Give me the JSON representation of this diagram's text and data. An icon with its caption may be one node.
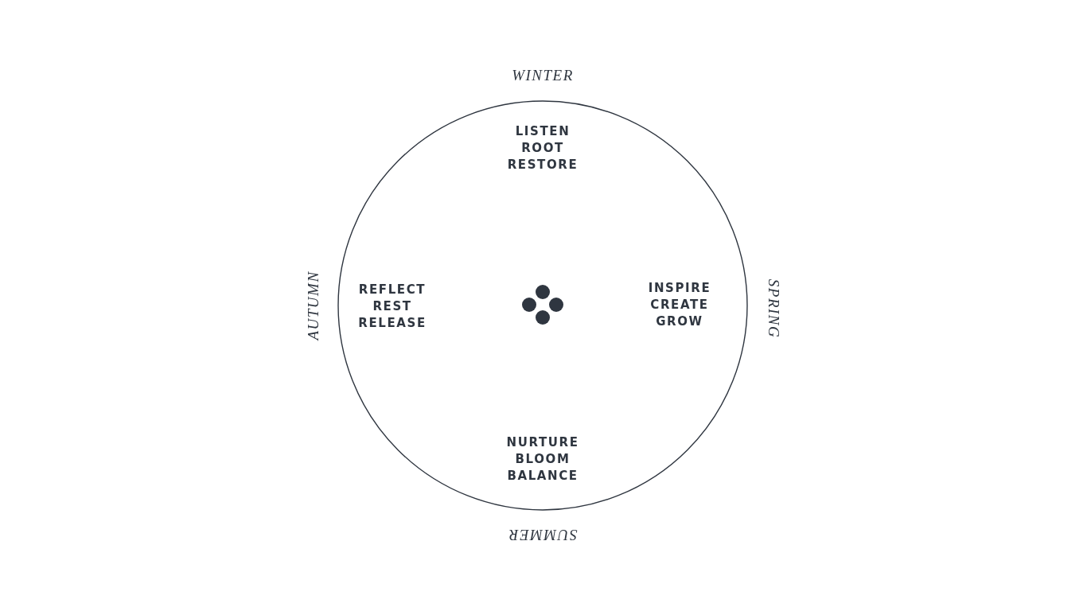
{
  "diagram": {
    "nodes": [
      {
        "text": [
          "LISTEN ROOT RESTORE",
          "INSPIRE CREATE GROW",
          "NURTURE BLOOM BALANCE",
          "REFLECT REST RELEASE"
        ],
        "beside": [
          "WINTER",
          "SPRING",
          "SUMMER",
          "AUTUMN"
        ]
      }
    ]
  }
}
